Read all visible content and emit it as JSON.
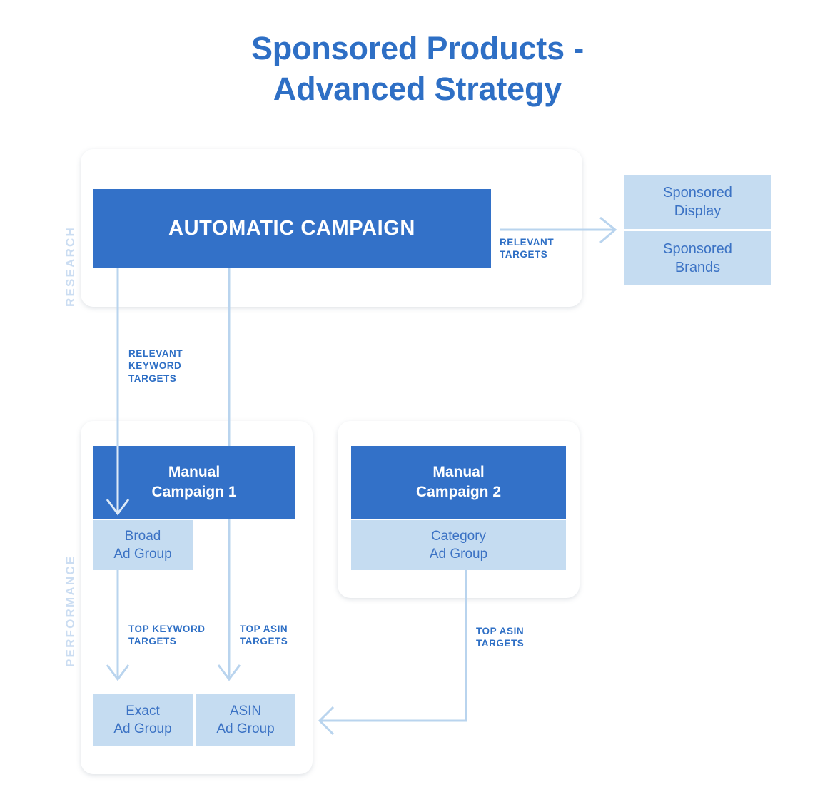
{
  "page": {
    "title_line1": "Sponsored Products -",
    "title_line2": "Advanced Strategy",
    "background": "#FFFFFF"
  },
  "colors": {
    "title_blue": "#2E6FC5",
    "box_dark_blue": "#3371C8",
    "box_light_blue": "#C5DCF1",
    "label_blue": "#2E6FC5",
    "side_label_blue": "#CBDDF2",
    "arrow_blue": "#B9D4EE",
    "card_white": "#FFFFFF"
  },
  "side_labels": [
    {
      "key": "research",
      "text": "RESEARCH"
    },
    {
      "key": "performance",
      "text": "PERFORMANCE"
    }
  ],
  "nodes": {
    "automatic_campaign": {
      "label": "AUTOMATIC CAMPAIGN",
      "style": "dark"
    },
    "manual_campaign_1": {
      "label": "Manual\nCampaign 1",
      "line1": "Manual",
      "line2": "Campaign 1",
      "style": "dark"
    },
    "manual_campaign_2": {
      "label": "Manual\nCampaign 2",
      "line1": "Manual",
      "line2": "Campaign 2",
      "style": "dark"
    },
    "broad_ad_group": {
      "line1": "Broad",
      "line2": "Ad Group",
      "style": "light"
    },
    "category_ad_group": {
      "line1": "Category",
      "line2": "Ad Group",
      "style": "light"
    },
    "exact_ad_group": {
      "line1": "Exact",
      "line2": "Ad Group",
      "style": "light"
    },
    "asin_ad_group": {
      "line1": "ASIN",
      "line2": "Ad Group",
      "style": "light"
    },
    "sponsored_display": {
      "line1": "Sponsored",
      "line2": "Display",
      "style": "light"
    },
    "sponsored_brands": {
      "line1": "Sponsored",
      "line2": "Brands",
      "style": "light"
    }
  },
  "connector_labels": {
    "relevant_targets": "RELEVANT\nTARGETS",
    "relevant_keyword_targets": "RELEVANT\nKEYWORD\nTARGETS",
    "top_keyword_targets": "TOP KEYWORD\nTARGETS",
    "top_asin_targets_left": "TOP ASIN\nTARGETS",
    "top_asin_targets_right": "TOP ASIN\nTARGETS"
  },
  "chart_data": {
    "type": "diagram",
    "title": "Sponsored Products - Advanced Strategy",
    "swimlanes": [
      "RESEARCH",
      "PERFORMANCE"
    ],
    "nodes": [
      {
        "id": "automatic_campaign",
        "label": "AUTOMATIC CAMPAIGN",
        "lane": "RESEARCH",
        "style": "dark-blue"
      },
      {
        "id": "sponsored_display",
        "label": "Sponsored Display",
        "lane": "RESEARCH",
        "style": "light-blue"
      },
      {
        "id": "sponsored_brands",
        "label": "Sponsored Brands",
        "lane": "RESEARCH",
        "style": "light-blue"
      },
      {
        "id": "manual_campaign_1",
        "label": "Manual Campaign 1",
        "lane": "PERFORMANCE",
        "style": "dark-blue"
      },
      {
        "id": "broad_ad_group",
        "label": "Broad Ad Group",
        "lane": "PERFORMANCE",
        "style": "light-blue"
      },
      {
        "id": "manual_campaign_2",
        "label": "Manual Campaign 2",
        "lane": "PERFORMANCE",
        "style": "dark-blue"
      },
      {
        "id": "category_ad_group",
        "label": "Category Ad Group",
        "lane": "PERFORMANCE",
        "style": "light-blue"
      },
      {
        "id": "exact_ad_group",
        "label": "Exact Ad Group",
        "lane": "PERFORMANCE",
        "style": "light-blue"
      },
      {
        "id": "asin_ad_group",
        "label": "ASIN Ad Group",
        "lane": "PERFORMANCE",
        "style": "light-blue"
      }
    ],
    "edges": [
      {
        "from": "automatic_campaign",
        "to": "sponsored_display",
        "label": "RELEVANT TARGETS"
      },
      {
        "from": "automatic_campaign",
        "to": "manual_campaign_1",
        "label": "RELEVANT KEYWORD TARGETS"
      },
      {
        "from": "automatic_campaign",
        "to": "asin_ad_group",
        "label": "TOP ASIN TARGETS"
      },
      {
        "from": "broad_ad_group",
        "to": "exact_ad_group",
        "label": "TOP KEYWORD TARGETS"
      },
      {
        "from": "category_ad_group",
        "to": "asin_ad_group",
        "label": "TOP ASIN TARGETS"
      }
    ]
  }
}
